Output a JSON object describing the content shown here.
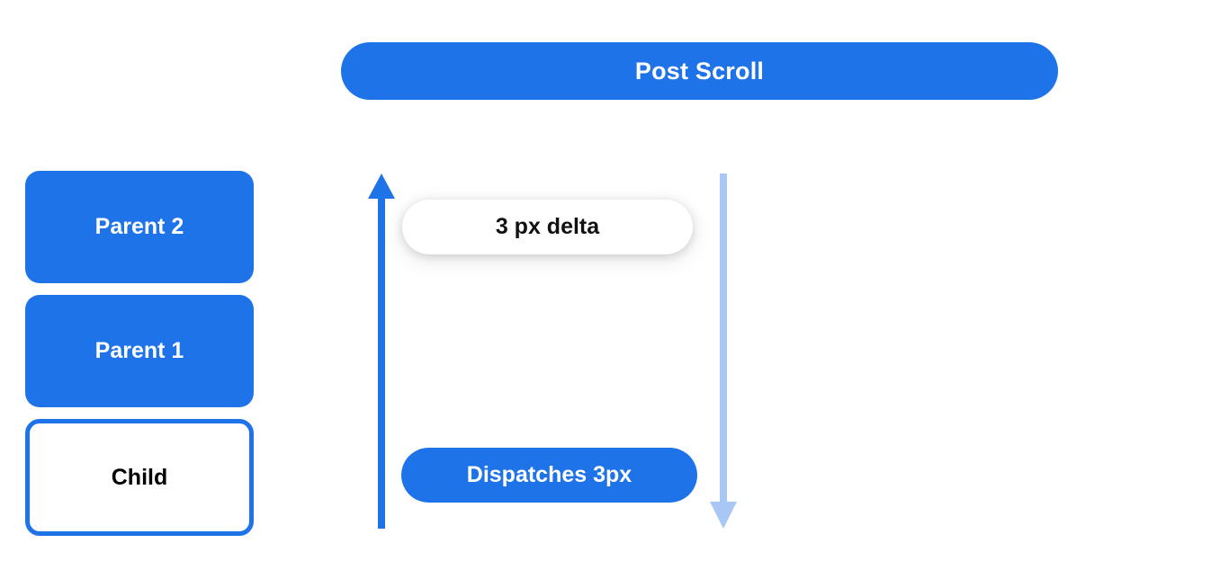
{
  "header": {
    "title": "Post Scroll"
  },
  "nodes": [
    {
      "label": "Parent 2",
      "style": "filled"
    },
    {
      "label": "Parent 1",
      "style": "filled"
    },
    {
      "label": "Child",
      "style": "outlined"
    }
  ],
  "annotations": {
    "delta": "3 px delta",
    "dispatch": "Dispatches 3px"
  },
  "arrows": {
    "up": {
      "name": "up-arrow",
      "direction": "up",
      "color": "#1f73e8"
    },
    "down": {
      "name": "down-arrow",
      "direction": "down",
      "color": "#a9c7f5"
    }
  },
  "colors": {
    "accent": "#1f73e8",
    "accent_light": "#a9c7f5",
    "surface": "#ffffff",
    "text_on_accent": "#ffffff",
    "text_primary": "#000000"
  }
}
